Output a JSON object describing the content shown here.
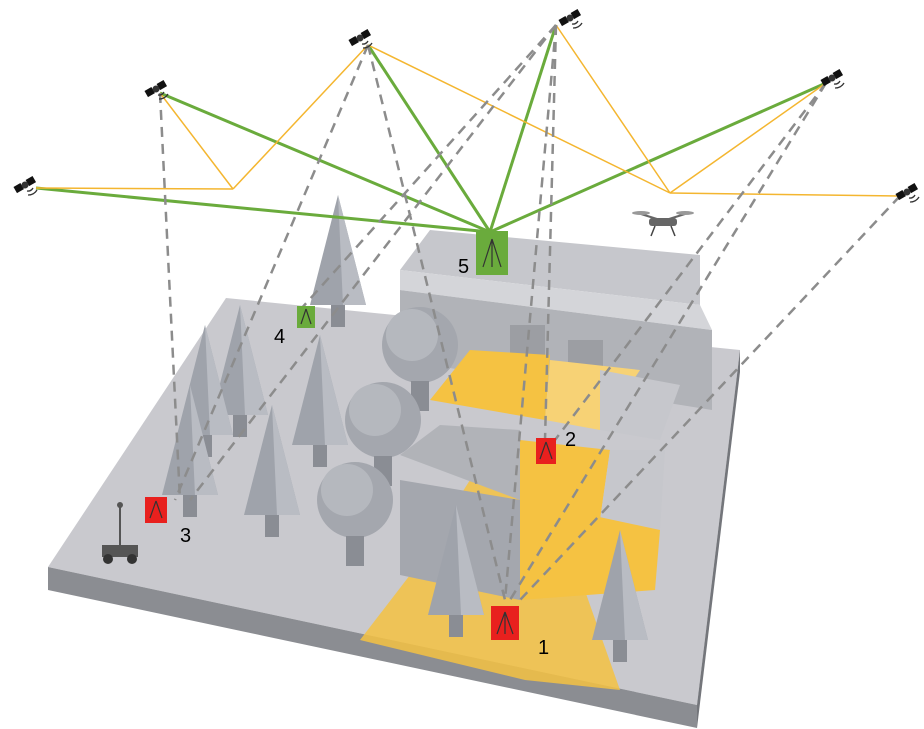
{
  "colors": {
    "los_signal": "#6aab3c",
    "reflected_signal": "#f4b630",
    "blocked_signal": "#8c8c8c",
    "receiver_good": "#6aab3c",
    "receiver_bad": "#e8201e",
    "highlight": "#f5c242",
    "ground": "#c9c9ce"
  },
  "icons": {
    "satellite": "satellite-icon",
    "drone": "drone-icon",
    "rover": "rover-icon",
    "receiver": "antenna-icon"
  },
  "receivers": [
    {
      "label": "1",
      "status": "blocked"
    },
    {
      "label": "2",
      "status": "blocked"
    },
    {
      "label": "3",
      "status": "blocked"
    },
    {
      "label": "4",
      "status": "line-of-sight"
    },
    {
      "label": "5",
      "status": "line-of-sight"
    }
  ]
}
